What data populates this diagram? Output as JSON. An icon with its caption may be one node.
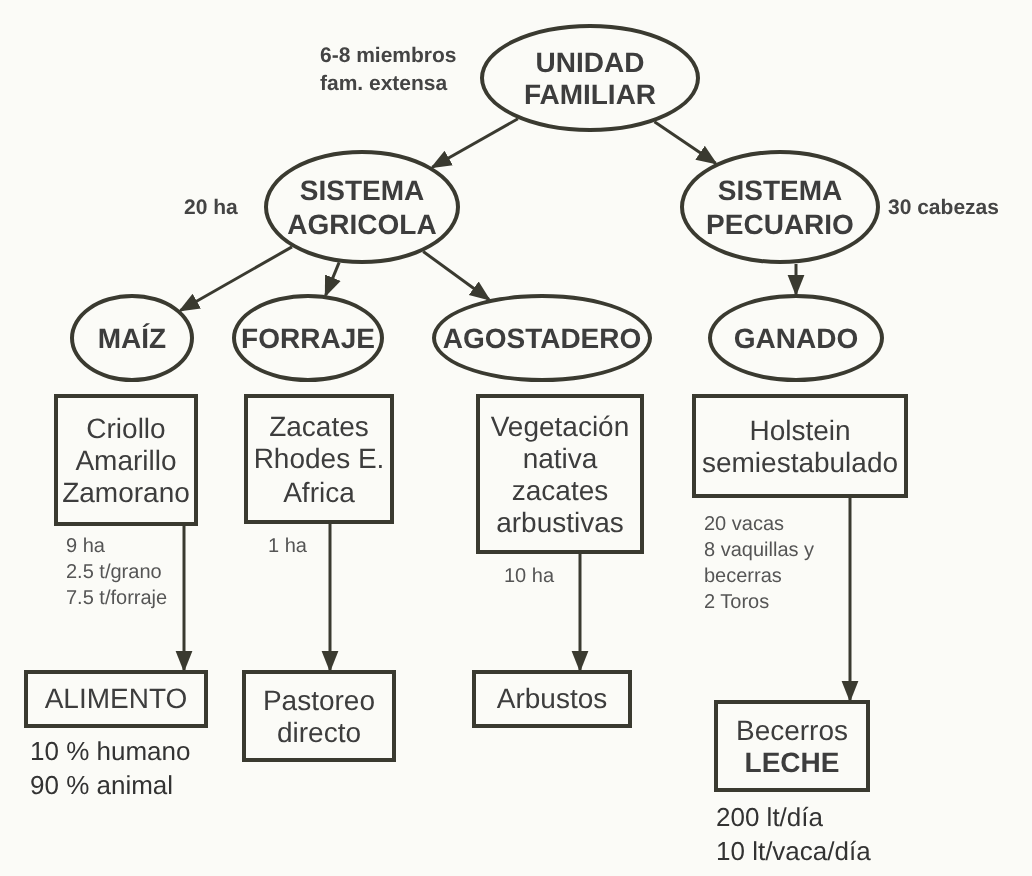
{
  "diagram": {
    "nodes": [
      {
        "text": [
          "UNIDAD FAMILIAR"
        ],
        "beside": [
          "6-8 miembros fam. extensa"
        ]
      },
      {
        "text": [
          "SISTEMA AGRICOLA"
        ],
        "beside": [
          "20 ha"
        ]
      },
      {
        "text": [
          "SISTEMA PECUARIO"
        ],
        "beside": [
          "30 cabezas"
        ]
      },
      {
        "text": [
          "MAÍZ"
        ]
      },
      {
        "text": [
          "FORRAJE"
        ]
      },
      {
        "text": [
          "AGOSTADERO"
        ]
      },
      {
        "text": [
          "GANADO"
        ]
      },
      {
        "text": [
          "Criollo Amarillo Zamorano"
        ],
        "beside": [
          "9 ha",
          "2.5 t/grano",
          "7.5 t/forraje"
        ]
      },
      {
        "text": [
          "Zacates Rhodes E. Africa"
        ],
        "beside": [
          "1 ha"
        ]
      },
      {
        "text": [
          "Vegetación nativa zacates arbustivas"
        ],
        "beside": [
          "10 ha"
        ]
      },
      {
        "text": [
          "Holstein semiestabulado"
        ],
        "beside": [
          "20 vacas",
          "8 vaquillas y becerras",
          "2 Toros"
        ]
      },
      {
        "text": [
          "ALIMENTO"
        ],
        "beside": [
          "10 % humano",
          "90 % animal"
        ]
      },
      {
        "text": [
          "Pastoreo directo"
        ]
      },
      {
        "text": [
          "Arbustos"
        ]
      },
      {
        "text": [
          "Becerros",
          "LECHE"
        ],
        "beside": [
          "200 lt/día",
          "10 lt/vaca/día"
        ]
      }
    ],
    "edges": [
      {
        "from": 0,
        "to": 1,
        "arrow": "to"
      },
      {
        "from": 0,
        "to": 2,
        "arrow": "to"
      },
      {
        "from": 1,
        "to": 3,
        "arrow": "to"
      },
      {
        "from": 1,
        "to": 4,
        "arrow": "to"
      },
      {
        "from": 1,
        "to": 5,
        "arrow": "to"
      },
      {
        "from": 2,
        "to": 6,
        "arrow": "to"
      },
      {
        "from": 7,
        "to": 11,
        "arrow": "to"
      },
      {
        "from": 8,
        "to": 12,
        "arrow": "to"
      },
      {
        "from": 9,
        "to": 13,
        "arrow": "to"
      },
      {
        "from": 10,
        "to": 14,
        "arrow": "to"
      }
    ]
  }
}
